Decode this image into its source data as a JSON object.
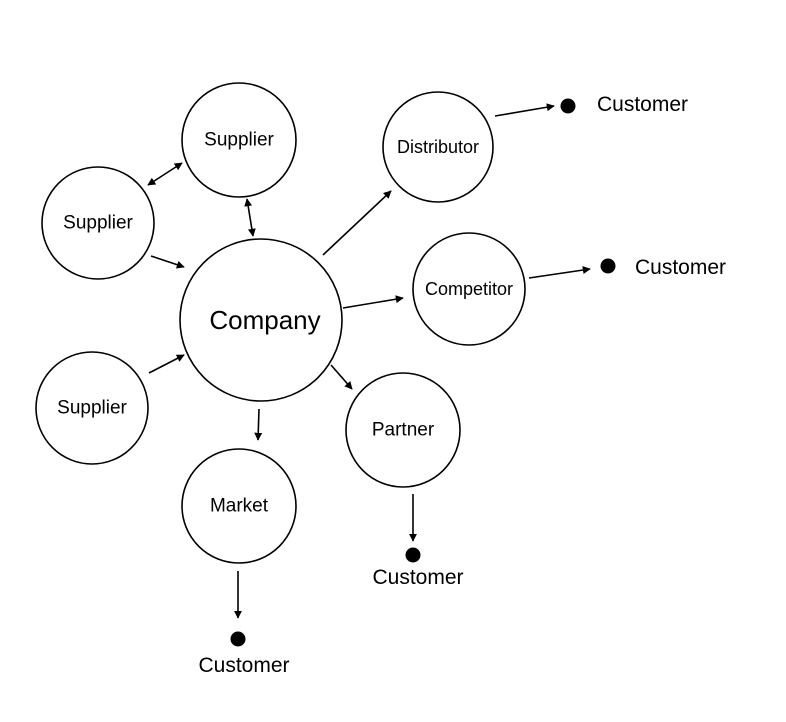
{
  "diagram": {
    "type": "network",
    "colors": {
      "stroke": "#000000",
      "background": "#ffffff"
    },
    "nodes": {
      "company": {
        "label": "Company"
      },
      "supplier_top": {
        "label": "Supplier"
      },
      "supplier_left": {
        "label": "Supplier"
      },
      "supplier_bottom": {
        "label": "Supplier"
      },
      "distributor": {
        "label": "Distributor"
      },
      "competitor": {
        "label": "Competitor"
      },
      "partner": {
        "label": "Partner"
      },
      "market": {
        "label": "Market"
      }
    },
    "customers": {
      "distributor_customer": {
        "label": "Customer"
      },
      "competitor_customer": {
        "label": "Customer"
      },
      "partner_customer": {
        "label": "Customer"
      },
      "market_customer": {
        "label": "Customer"
      }
    },
    "edges": [
      {
        "from": "supplier_left",
        "to": "supplier_top",
        "direction": "both"
      },
      {
        "from": "supplier_top",
        "to": "company",
        "direction": "both"
      },
      {
        "from": "supplier_left",
        "to": "company",
        "direction": "forward"
      },
      {
        "from": "supplier_bottom",
        "to": "company",
        "direction": "forward"
      },
      {
        "from": "company",
        "to": "distributor",
        "direction": "forward"
      },
      {
        "from": "company",
        "to": "competitor",
        "direction": "forward"
      },
      {
        "from": "company",
        "to": "partner",
        "direction": "forward"
      },
      {
        "from": "company",
        "to": "market",
        "direction": "forward"
      },
      {
        "from": "distributor",
        "to": "distributor_customer",
        "direction": "forward"
      },
      {
        "from": "competitor",
        "to": "competitor_customer",
        "direction": "forward"
      },
      {
        "from": "partner",
        "to": "partner_customer",
        "direction": "forward"
      },
      {
        "from": "market",
        "to": "market_customer",
        "direction": "forward"
      }
    ]
  }
}
